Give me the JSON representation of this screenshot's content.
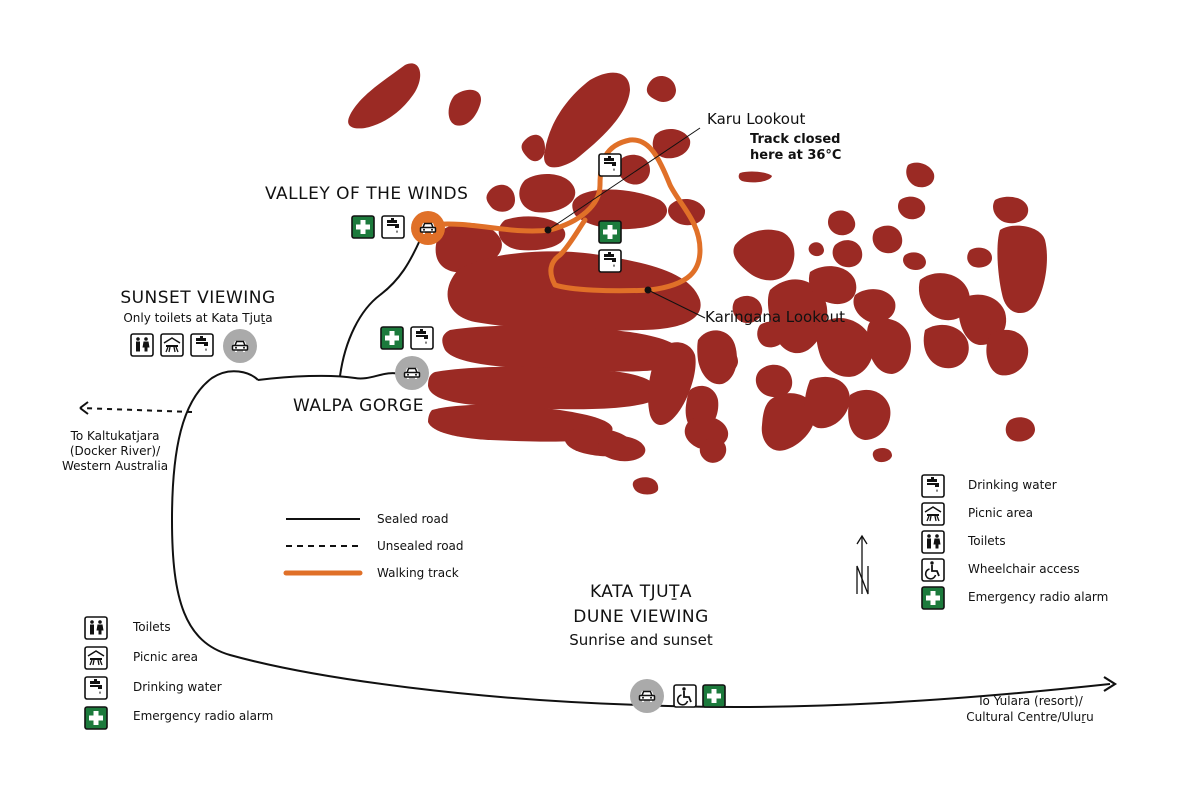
{
  "colors": {
    "rock": "#9b2a24",
    "walking_track": "#e07028",
    "road": "#111111",
    "car_park_circle": "#aaaaaa",
    "car_park_highlight": "#e07028",
    "emergency": "#1c7a3c"
  },
  "places": {
    "valley_of_the_winds": "VALLEY OF THE WINDS",
    "sunset_viewing_title": "SUNSET VIEWING",
    "sunset_viewing_note": "Only toilets at Kata Tjuṯa",
    "walpa_gorge": "WALPA GORGE",
    "karu_lookout": "Karu Lookout",
    "karu_closed_1": "Track closed",
    "karu_closed_2": "here at 36°C",
    "karingana_lookout": "Karingana Lookout",
    "dune_viewing_1": "KATA TJUṮA",
    "dune_viewing_2": "DUNE VIEWING",
    "dune_viewing_3": "Sunrise and sunset"
  },
  "destinations": {
    "west_1": "To Kaltukatjara",
    "west_2": "(Docker River)/",
    "west_3": "Western Australia",
    "east_1": "To Yulara (resort)/",
    "east_2": "Cultural Centre/Uluṟu"
  },
  "road_legend": {
    "sealed": "Sealed road",
    "unsealed": "Unsealed road",
    "walking": "Walking track"
  },
  "facility_legend_right": [
    {
      "icon": "drinking-water-icon",
      "label": "Drinking water"
    },
    {
      "icon": "picnic-area-icon",
      "label": "Picnic area"
    },
    {
      "icon": "toilets-icon",
      "label": "Toilets"
    },
    {
      "icon": "wheelchair-icon",
      "label": "Wheelchair access"
    },
    {
      "icon": "emergency-icon",
      "label": "Emergency radio alarm"
    }
  ],
  "facility_legend_left": [
    {
      "icon": "toilets-icon",
      "label": "Toilets"
    },
    {
      "icon": "picnic-area-icon",
      "label": "Picnic area"
    },
    {
      "icon": "drinking-water-icon",
      "label": "Drinking water"
    },
    {
      "icon": "emergency-icon",
      "label": "Emergency radio alarm"
    }
  ],
  "north_arrow": "N"
}
